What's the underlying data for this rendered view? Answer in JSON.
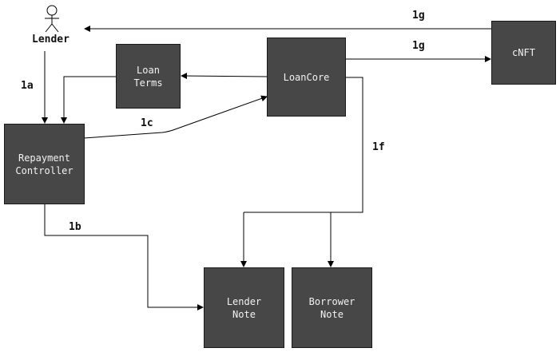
{
  "actor": {
    "label": "Lender"
  },
  "nodes": {
    "loan_terms": "Loan\nTerms",
    "loancore": "LoanCore",
    "cnft": "cNFT",
    "repayment_controller": "Repayment\nController",
    "lender_note": "Lender\nNote",
    "borrower_note": "Borrower\nNote"
  },
  "edges": {
    "e1a": "1a",
    "e1b": "1b",
    "e1c": "1c",
    "e1f": "1f",
    "e1g_back": "1g",
    "e1g_to_cnft": "1g"
  }
}
